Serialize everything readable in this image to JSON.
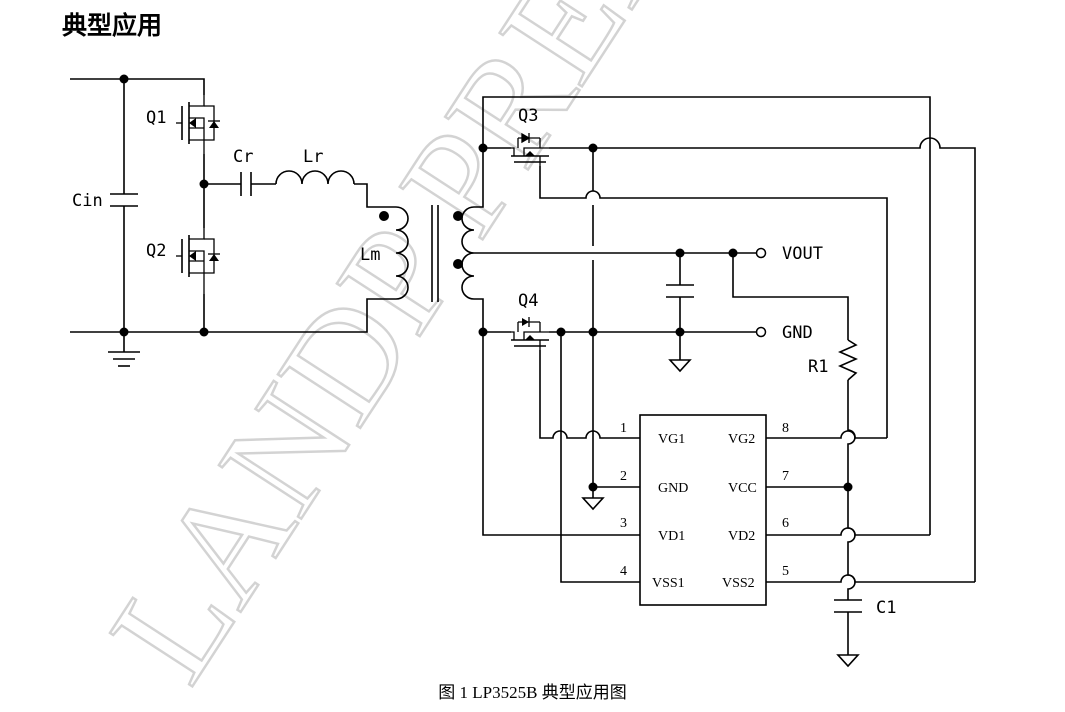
{
  "heading": "典型应用",
  "caption": "图 1   LP3525B 典型应用图",
  "watermark": "LANDP PRELIMINARY",
  "labels": {
    "q1": "Q1",
    "q2": "Q2",
    "q3": "Q3",
    "q4": "Q4",
    "cin": "Cin",
    "cr": "Cr",
    "lr": "Lr",
    "lm": "Lm",
    "vout": "VOUT",
    "gnd": "GND",
    "r1": "R1",
    "c1": "C1"
  },
  "ic": {
    "pins_left": [
      {
        "num": "1",
        "name": "VG1"
      },
      {
        "num": "2",
        "name": "GND"
      },
      {
        "num": "3",
        "name": "VD1"
      },
      {
        "num": "4",
        "name": "VSS1"
      }
    ],
    "pins_right": [
      {
        "num": "8",
        "name": "VG2"
      },
      {
        "num": "7",
        "name": "VCC"
      },
      {
        "num": "6",
        "name": "VD2"
      },
      {
        "num": "5",
        "name": "VSS2"
      }
    ]
  }
}
